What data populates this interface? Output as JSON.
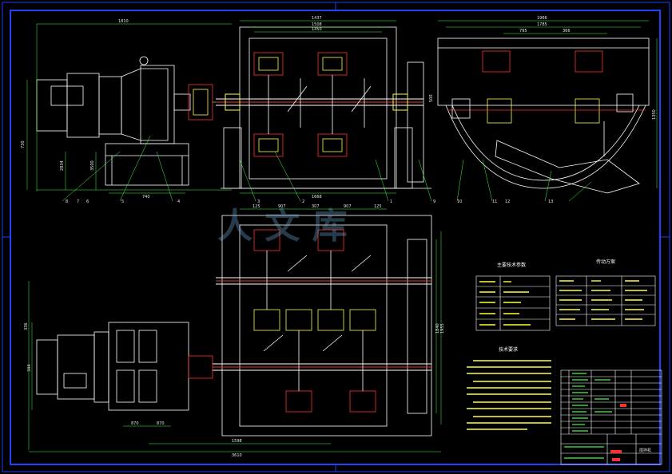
{
  "drawing": {
    "background": "#000000",
    "border_color": "#2040ff",
    "line_color": "#ffffff",
    "accent_red": "#ff3030",
    "accent_yellow": "#ffff40",
    "accent_green": "#40ff40",
    "accent_cyan": "#40e0ff",
    "watermark_color": "#6fa8d8"
  },
  "dimensions": {
    "top_left_width": "1810",
    "top_center_a": "1437",
    "top_center_b": "1508",
    "top_center_c": "1450",
    "top_right_a": "1966",
    "top_right_b": "1785",
    "top_right_c": "795",
    "top_right_d": "366",
    "left_height": "730",
    "left_inner_a": "2834",
    "left_inner_b": "3500",
    "base_width": "740",
    "center_bottom": "1668",
    "right_height": "1350",
    "mid_right_a": "500",
    "plan_top_a": "125",
    "plan_top_b": "907",
    "plan_top_c": "307",
    "plan_top_d": "907",
    "plan_top_e": "125",
    "plan_left_a": "336",
    "plan_left_b": "344",
    "plan_right_a": "1840",
    "plan_right_b": "1955",
    "plan_bottom_a": "870",
    "plan_bottom_b": "870",
    "plan_bottom_c": "1598",
    "plan_bottom_d": "3610"
  },
  "balloons": [
    "8",
    "7",
    "6",
    "5",
    "4",
    "3",
    "2",
    "1",
    "9",
    "10",
    "11",
    "12",
    "13"
  ],
  "tables": {
    "left_title": "主要技术参数",
    "right_title": "传动方案",
    "tech_title": "技术要求",
    "titleblock_name": "搅拌机"
  },
  "watermark": "人 文 库"
}
